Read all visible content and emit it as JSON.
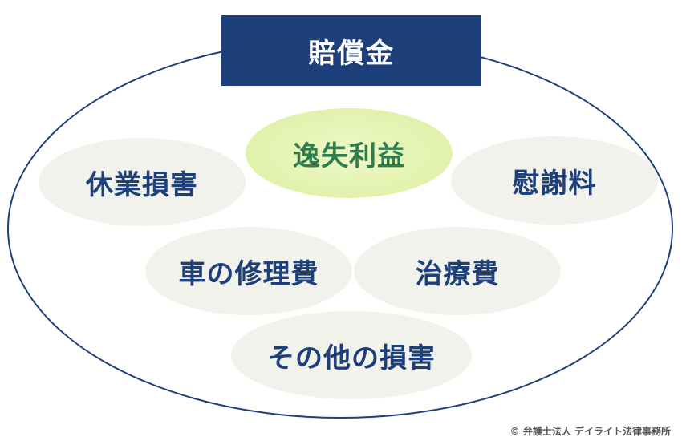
{
  "title": "賠償金",
  "items": {
    "lost_profits": "逸失利益",
    "lost_wages": "休業損害",
    "consolation": "慰謝料",
    "car_repair": "車の修理費",
    "medical": "治療費",
    "other": "その他の損害"
  },
  "copyright": "© 弁護士法人 デイライト法律事務所",
  "colors": {
    "navy": "#1d3f7a",
    "bubble": "#f2f2ec",
    "highlight": "#dcefa1",
    "highlight_text": "#2e7d4f"
  }
}
